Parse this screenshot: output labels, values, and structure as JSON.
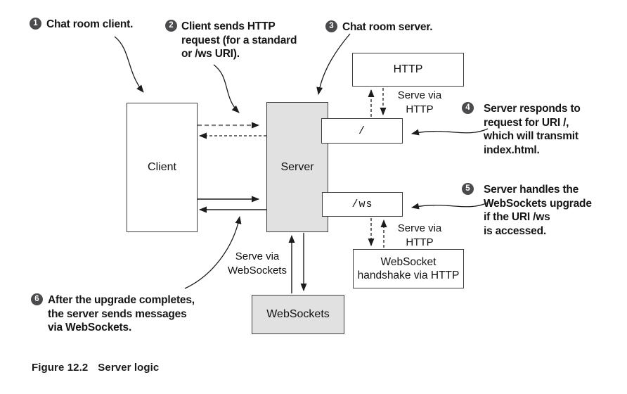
{
  "callouts": [
    {
      "num": "1",
      "lines": [
        "Chat room client."
      ]
    },
    {
      "num": "2",
      "lines": [
        "Client sends HTTP",
        "request (for a standard",
        "or /ws URI)."
      ]
    },
    {
      "num": "3",
      "lines": [
        "Chat room server."
      ]
    },
    {
      "num": "4",
      "lines": [
        "Server responds to",
        "request for URI /,",
        "which will transmit",
        "index.html."
      ]
    },
    {
      "num": "5",
      "lines": [
        "Server handles the",
        "WebSockets upgrade",
        "if the URI /ws",
        "is accessed."
      ]
    },
    {
      "num": "6",
      "lines": [
        "After the upgrade completes,",
        "the server sends messages",
        "via WebSockets."
      ]
    }
  ],
  "nodes": {
    "client": "Client",
    "server": "Server",
    "http": "HTTP",
    "root_uri": "/",
    "ws_uri": "/ws",
    "handshake_lines": [
      "WebSocket",
      "handshake via HTTP"
    ],
    "websockets": "WebSockets"
  },
  "edge_labels": {
    "serve_http_top": [
      "Serve via",
      "HTTP"
    ],
    "serve_http_bottom": [
      "Serve via",
      "HTTP"
    ],
    "serve_websockets": [
      "Serve via",
      "WebSockets"
    ]
  },
  "caption": {
    "label": "Figure 12.2",
    "title": "Server logic"
  },
  "colors": {
    "background": "#ffffff",
    "box_fill_gray": "#e1e1e1",
    "box_fill_white": "#ffffff",
    "box_border": "#3d3d3d",
    "callout_circle": "#4b4b4d",
    "callout_number": "#ffffff",
    "arrow_black": "#1c1c1c",
    "arrow_gray_dashed": "#7f7f7f"
  }
}
